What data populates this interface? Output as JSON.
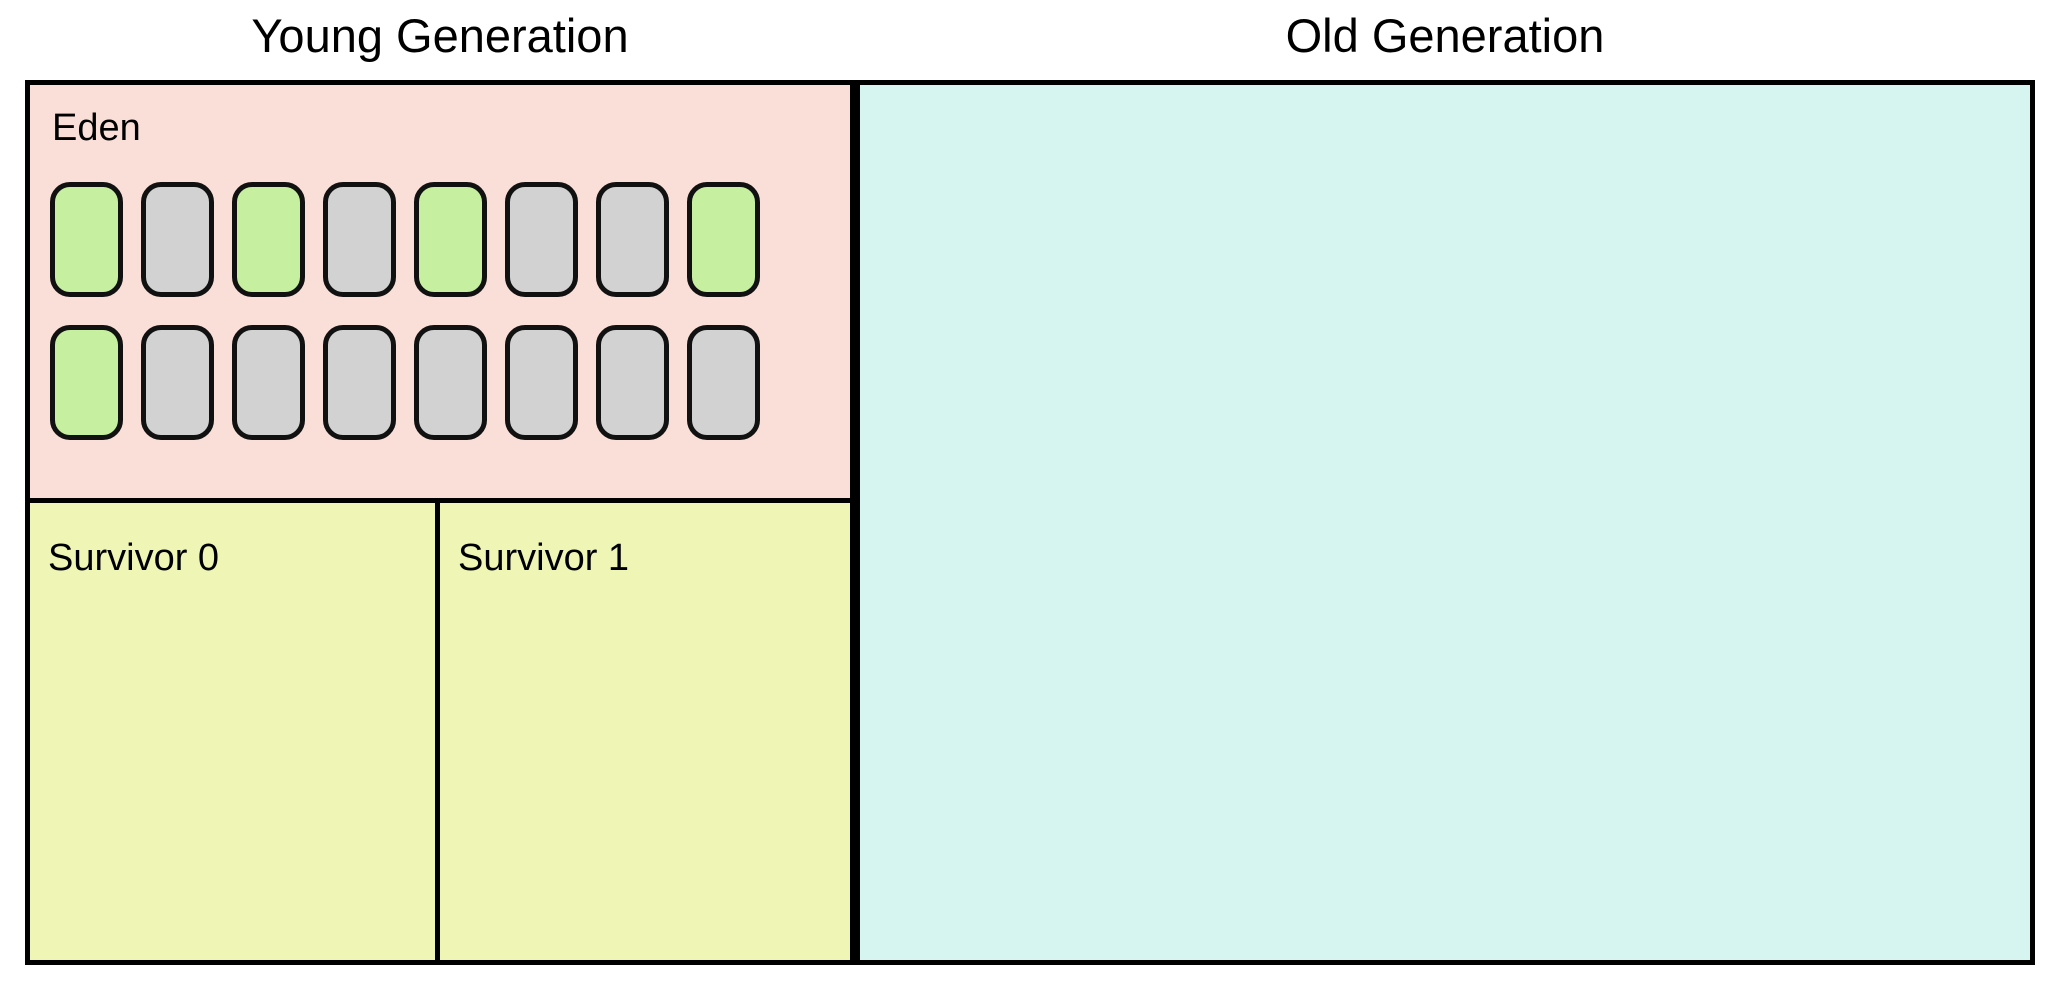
{
  "diagram": {
    "title_young": "Young Generation",
    "title_old": "Old Generation",
    "regions": {
      "eden": {
        "label": "Eden",
        "fill": "#fadfd8",
        "rows": [
          {
            "cells": [
              {
                "state": "live",
                "fill": "#c6f0a0"
              },
              {
                "state": "garbage",
                "fill": "#d2d2d2"
              },
              {
                "state": "live",
                "fill": "#c6f0a0"
              },
              {
                "state": "garbage",
                "fill": "#d2d2d2"
              },
              {
                "state": "live",
                "fill": "#c6f0a0"
              },
              {
                "state": "garbage",
                "fill": "#d2d2d2"
              },
              {
                "state": "garbage",
                "fill": "#d2d2d2"
              },
              {
                "state": "live",
                "fill": "#c6f0a0"
              }
            ]
          },
          {
            "cells": [
              {
                "state": "live",
                "fill": "#c6f0a0"
              },
              {
                "state": "garbage",
                "fill": "#d2d2d2"
              },
              {
                "state": "garbage",
                "fill": "#d2d2d2"
              },
              {
                "state": "garbage",
                "fill": "#d2d2d2"
              },
              {
                "state": "garbage",
                "fill": "#d2d2d2"
              },
              {
                "state": "garbage",
                "fill": "#d2d2d2"
              },
              {
                "state": "garbage",
                "fill": "#d2d2d2"
              },
              {
                "state": "garbage",
                "fill": "#d2d2d2"
              }
            ]
          }
        ]
      },
      "survivor_0": {
        "label": "Survivor 0",
        "fill": "#eef5b5"
      },
      "survivor_1": {
        "label": "Survivor 1",
        "fill": "#eef5b5"
      },
      "old_generation": {
        "label": "",
        "fill": "#d6f5f1"
      }
    },
    "colors": {
      "border": "#000000",
      "eden_fill": "#fadfd8",
      "survivor_fill": "#eef5b5",
      "old_gen_fill": "#d6f5f1",
      "cell_live": "#c6f0a0",
      "cell_garbage": "#d2d2d2",
      "cell_border": "#111111"
    }
  }
}
